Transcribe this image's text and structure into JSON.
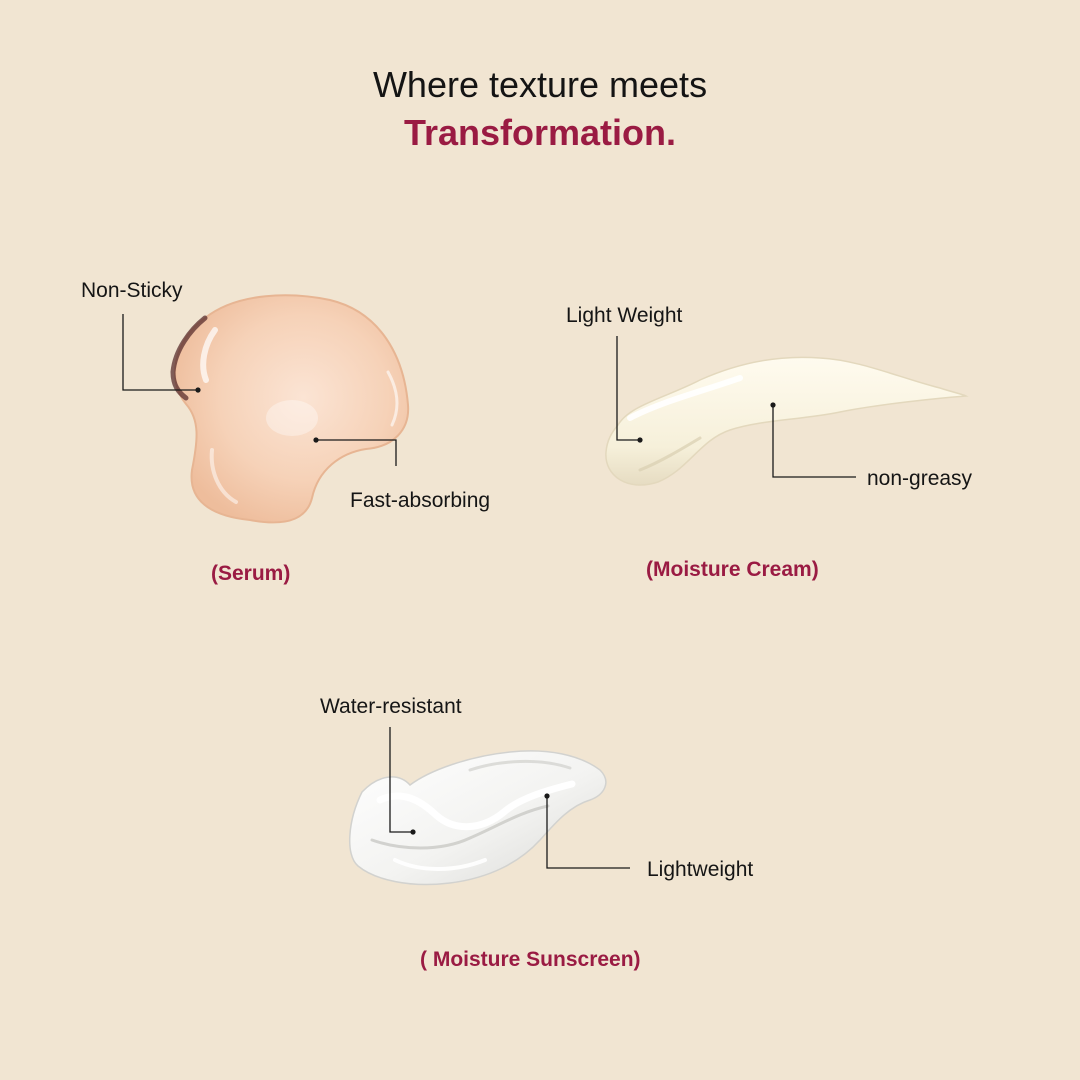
{
  "headline": {
    "line1": "Where texture meets",
    "line2": "Transformation."
  },
  "products": {
    "serum": {
      "caption": "(Serum)",
      "callouts": [
        "Non-Sticky",
        "Fast-absorbing"
      ]
    },
    "cream": {
      "caption": "(Moisture Cream)",
      "callouts": [
        "Light Weight",
        "non-greasy"
      ]
    },
    "sunscreen": {
      "caption": "( Moisture Sunscreen)",
      "callouts": [
        "Water-resistant",
        "Lightweight"
      ]
    }
  },
  "colors": {
    "background": "#f1e5d2",
    "accent": "#9a1b43",
    "text": "#151515"
  }
}
